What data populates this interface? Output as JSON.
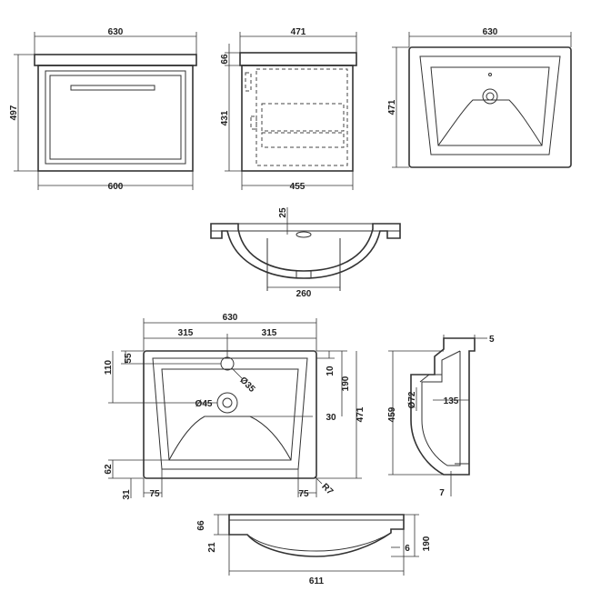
{
  "views": {
    "front": {
      "top_width": "630",
      "height": "497",
      "bottom_width": "600"
    },
    "side": {
      "top_depth": "471",
      "top_height": "66",
      "body_height": "431",
      "bottom_depth": "455"
    },
    "top": {
      "width": "630",
      "depth": "471"
    },
    "section": {
      "overflow_offset": "25",
      "hole_spacing": "260"
    },
    "basin_plan": {
      "total_width": "630",
      "left_half": "315",
      "right_half": "315",
      "tap_hole_from_back": "55",
      "waste_from_back": "110",
      "tap_hole_diameter": "Ø35",
      "waste_diameter": "Ø45",
      "rim_top": "10",
      "bowl_depth": "190",
      "waste_offset": "30",
      "total_depth": "471",
      "front_rim": "62",
      "front_edge": "31",
      "left_rim": "75",
      "right_rim": "75",
      "corner_radius": "R7"
    },
    "basin_profile": {
      "back_lip": "5",
      "overall_height": "459",
      "outlet_diameter": "Ø72",
      "outlet_offset": "135",
      "front_lip": "7"
    },
    "bottom": {
      "top_height": "66",
      "rim_height": "21",
      "bowl_height": "190",
      "lip": "6",
      "width": "611"
    }
  }
}
